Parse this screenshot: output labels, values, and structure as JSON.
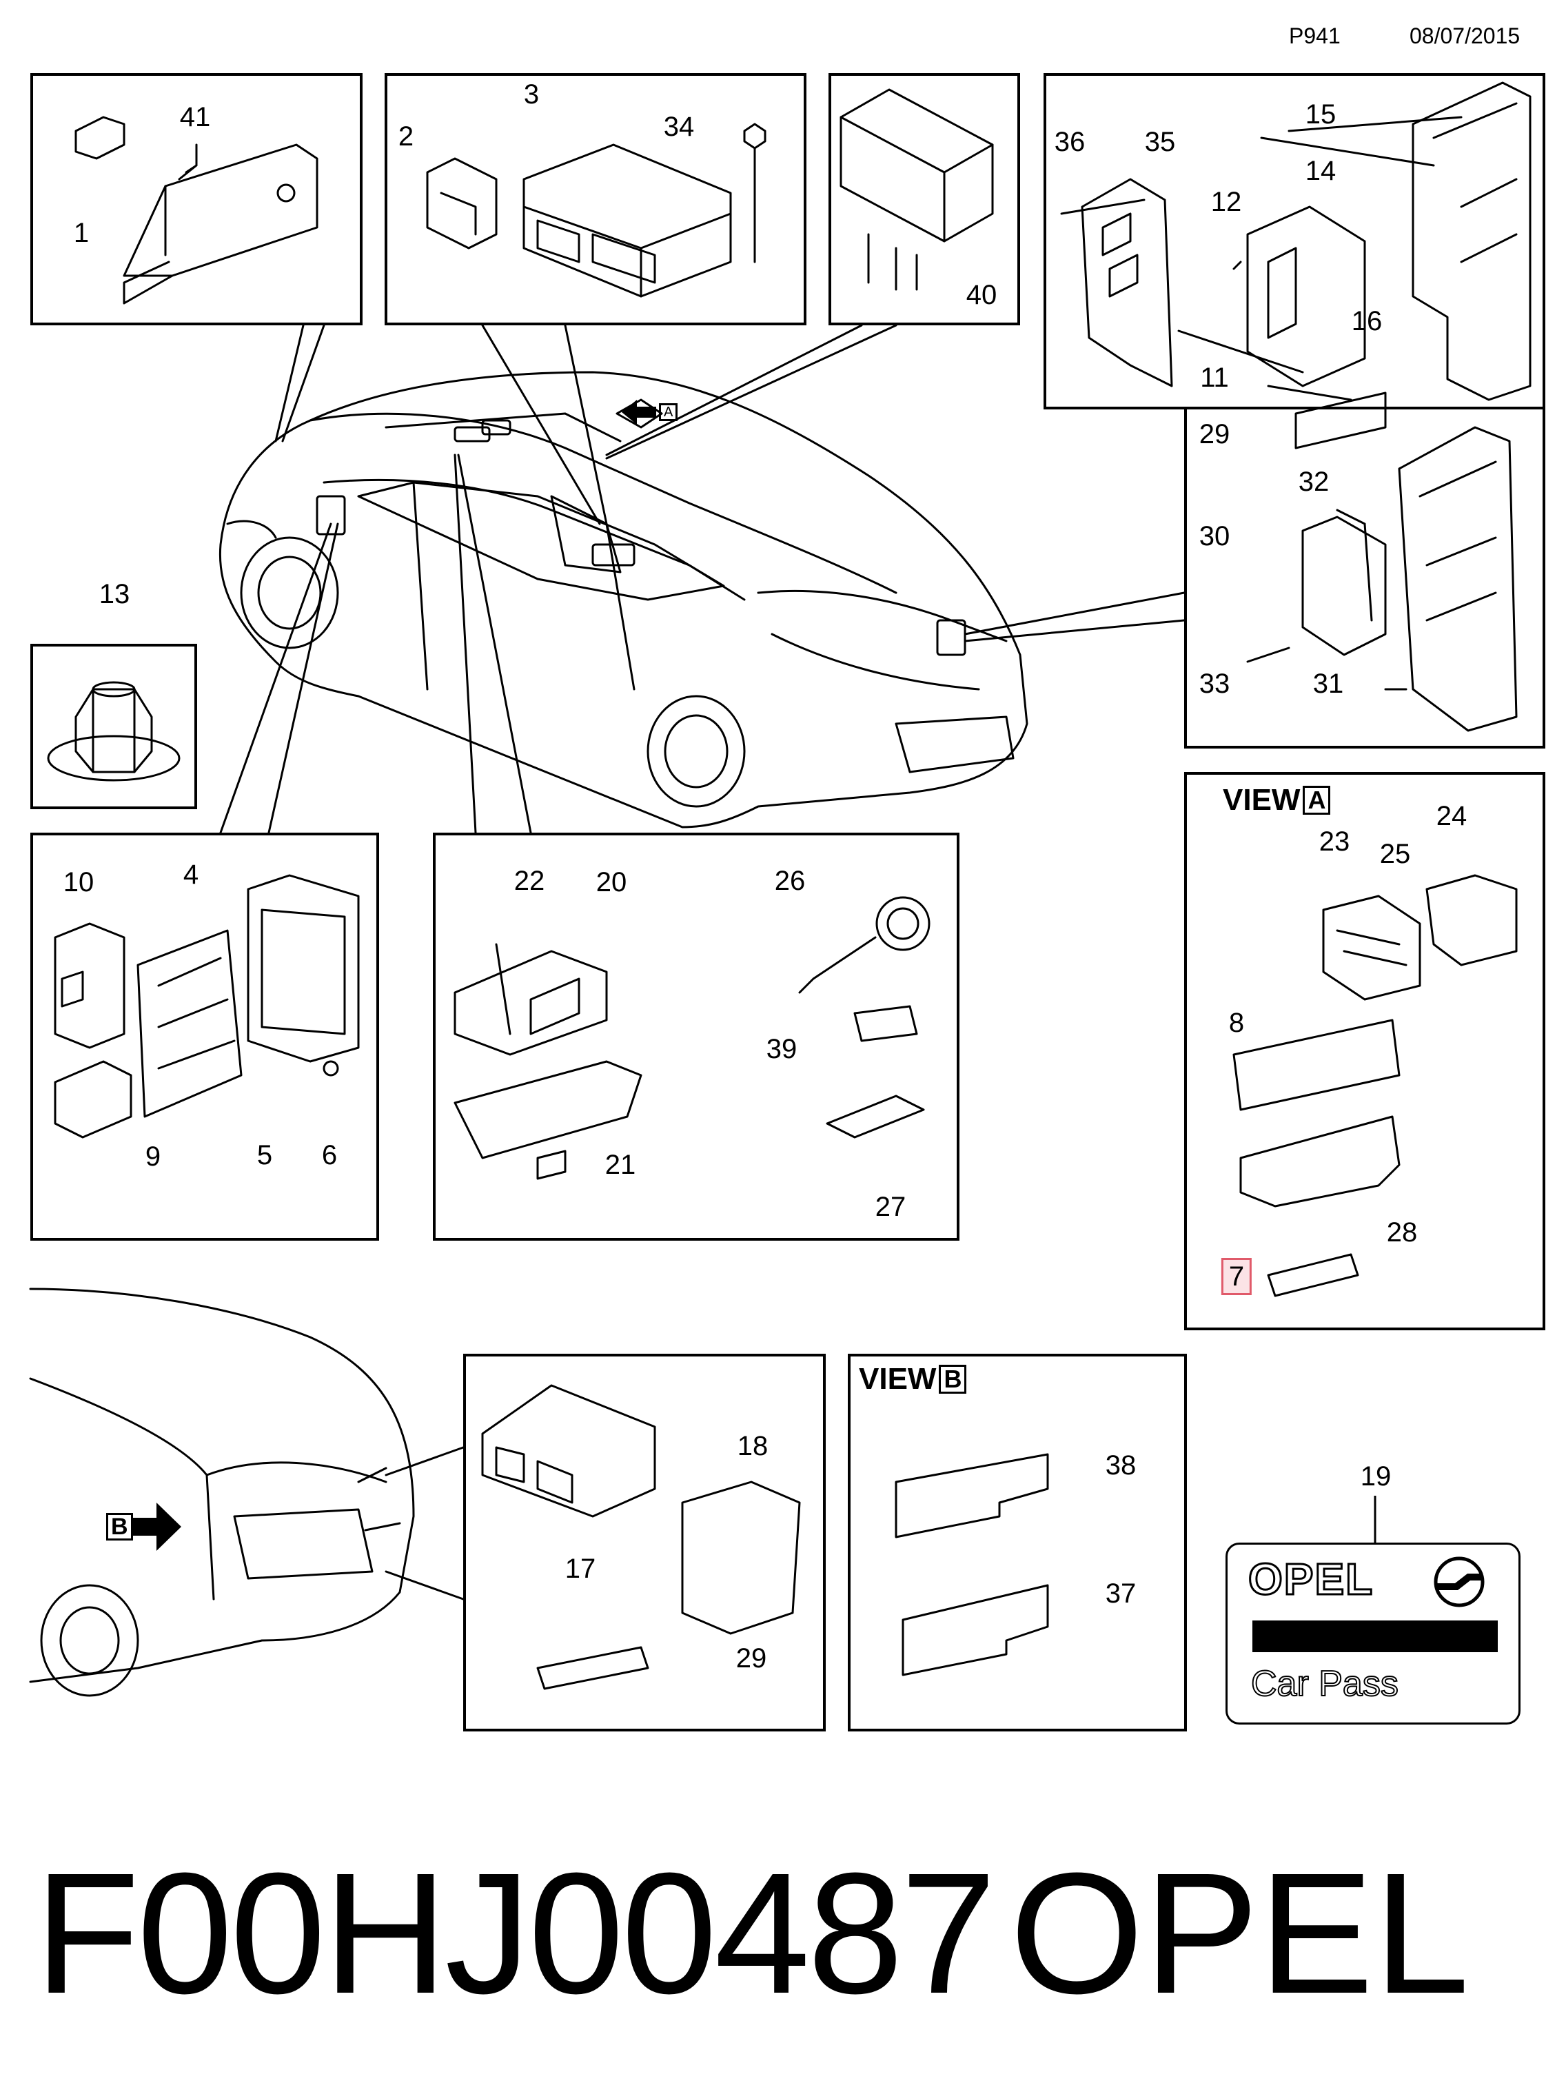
{
  "header": {
    "page_code": "P941",
    "date": "08/07/2015"
  },
  "callouts": {
    "c1": "1",
    "c2": "2",
    "c3": "3",
    "c4": "4",
    "c5": "5",
    "c6": "6",
    "c7": "7",
    "c8": "8",
    "c9": "9",
    "c10": "10",
    "c11": "11",
    "c12": "12",
    "c13": "13",
    "c14": "14",
    "c15": "15",
    "c16": "16",
    "c17": "17",
    "c18": "18",
    "c19": "19",
    "c20": "20",
    "c21": "21",
    "c22": "22",
    "c23": "23",
    "c24": "24",
    "c25": "25",
    "c26": "26",
    "c27": "27",
    "c28": "28",
    "c29a": "29",
    "c29b": "29",
    "c30": "30",
    "c31": "31",
    "c32": "32",
    "c33": "33",
    "c34": "34",
    "c35": "35",
    "c36": "36",
    "c37": "37",
    "c38": "38",
    "c39": "39",
    "c40": "40",
    "c41": "41"
  },
  "view_a": {
    "word": "VIEW",
    "letter": "A"
  },
  "view_b": {
    "word": "VIEW",
    "letter": "B"
  },
  "arrow_a_letter": "A",
  "arrow_b_letter": "B",
  "badge": {
    "brand": "OPEL",
    "text": "Car Pass"
  },
  "footer": {
    "part_number": "F00HJ00487",
    "brand": "OPEL"
  }
}
